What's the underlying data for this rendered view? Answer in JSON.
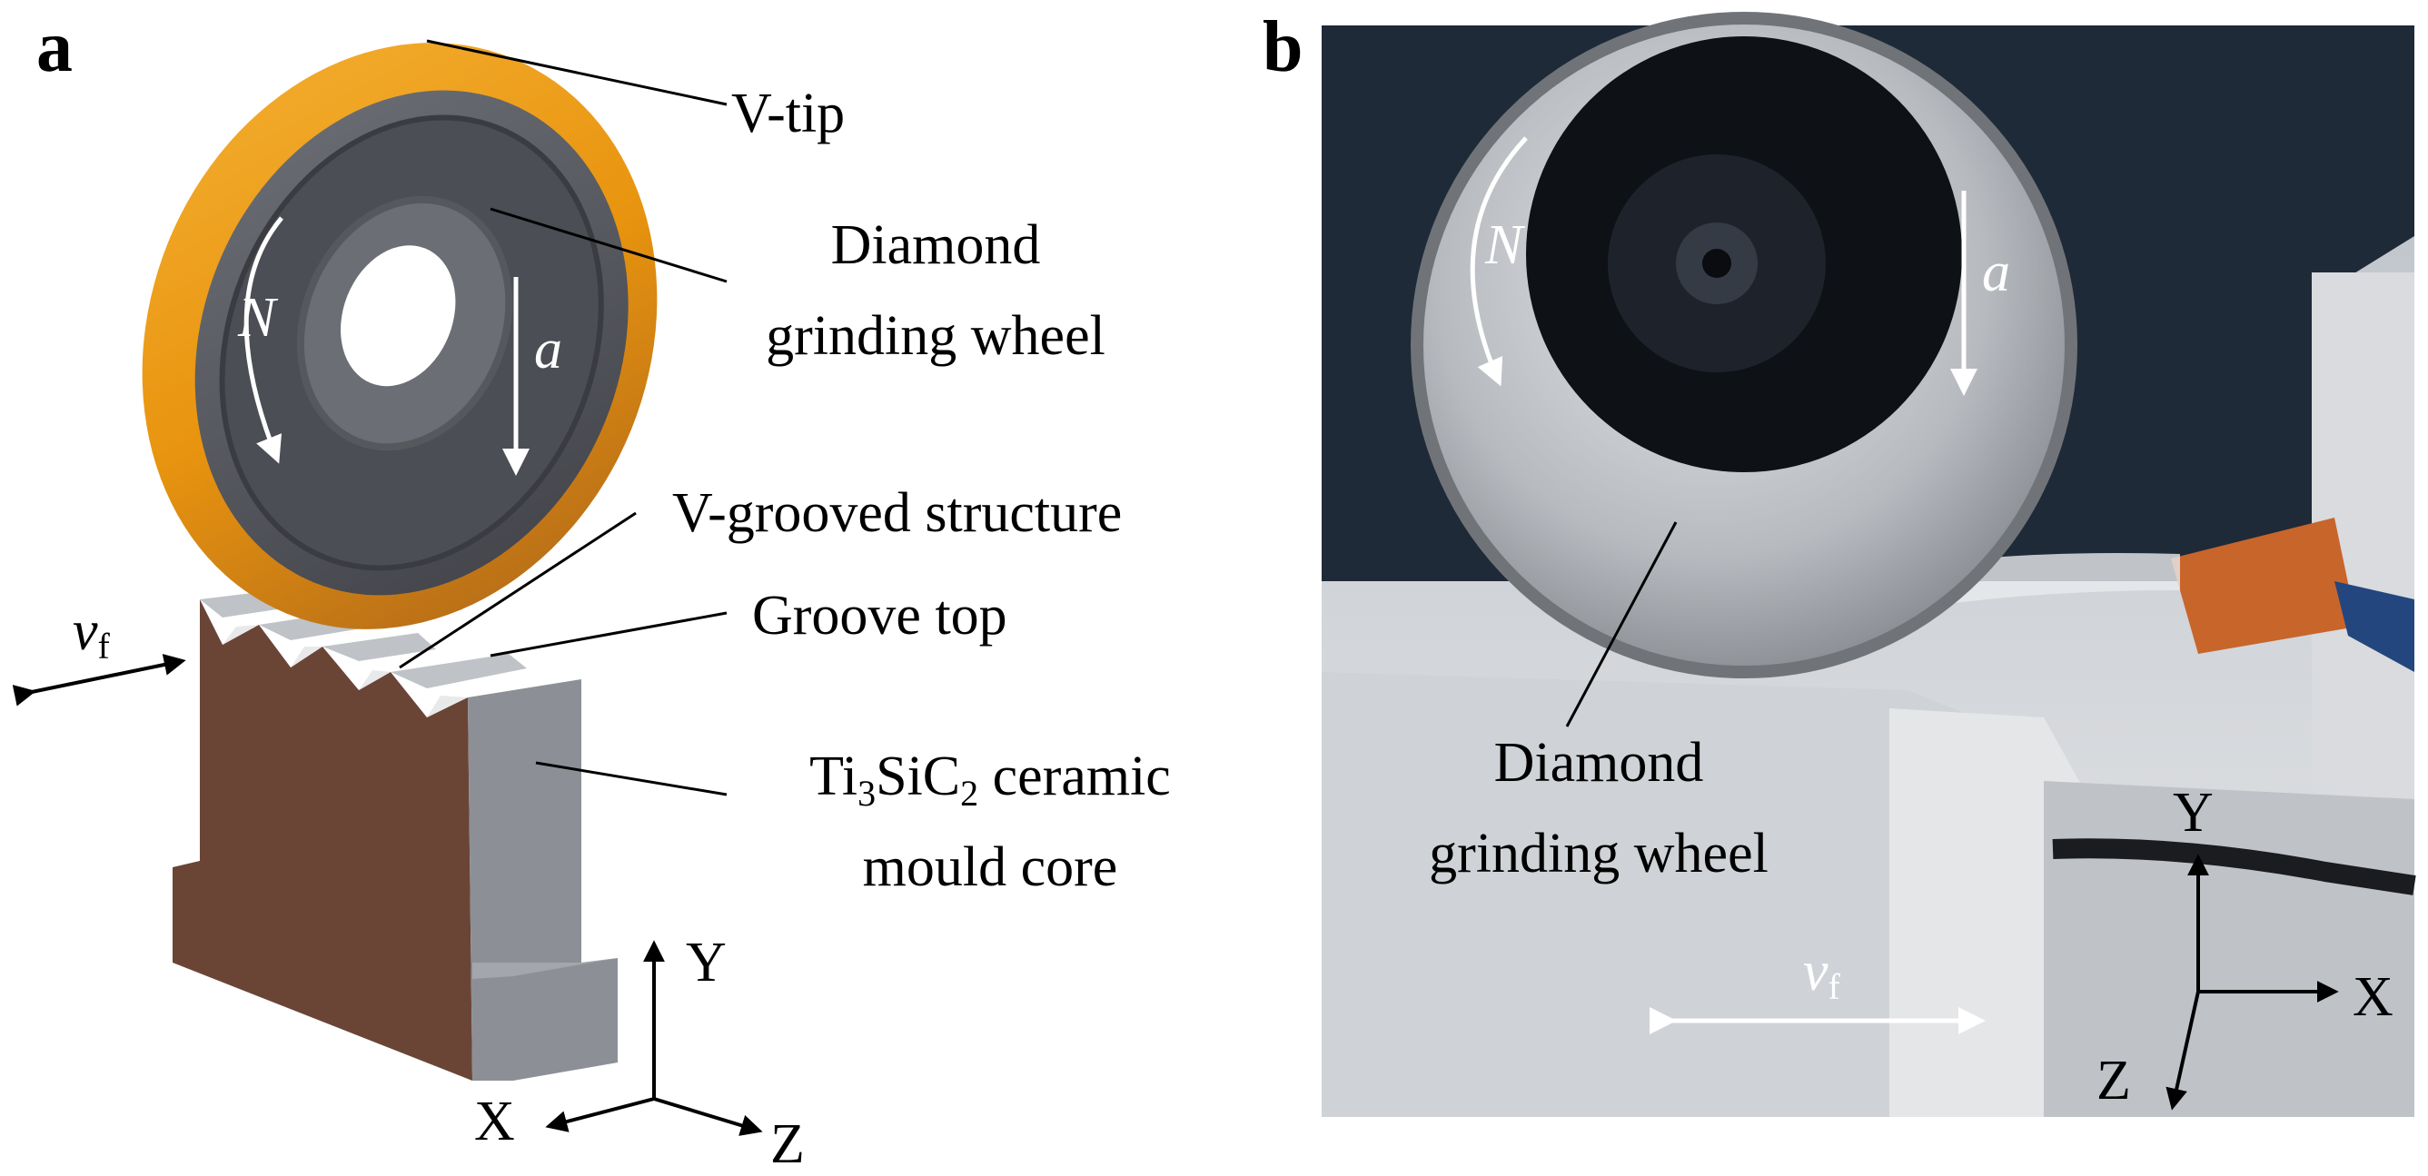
{
  "panel_a": {
    "letter": "a",
    "callouts": {
      "v_tip": "V-tip",
      "wheel_line1": "Diamond",
      "wheel_line2": "grinding wheel",
      "v_grooved": "V-grooved structure",
      "groove_top": "Groove top",
      "core_ti": "Ti",
      "core_sub3": "3",
      "core_si": "SiC",
      "core_sub2": "2",
      "core_rest": " ceramic",
      "core_line2": "mould core"
    },
    "motion": {
      "rotation": "N",
      "feed_down": "a",
      "feed_v": "v",
      "feed_sub": "f"
    },
    "axes": {
      "y": "Y",
      "x": "X",
      "z": "Z"
    }
  },
  "panel_b": {
    "letter": "b",
    "callouts": {
      "wheel_line1": "Diamond",
      "wheel_line2": "grinding wheel"
    },
    "motion": {
      "rotation": "N",
      "feed_down": "a",
      "feed_v": "v",
      "feed_sub": "f"
    },
    "axes": {
      "y": "Y",
      "x": "X",
      "z": "Z"
    }
  },
  "colors": {
    "wheel_rim": "#E8940F",
    "wheel_face": "#5A5D63",
    "core_front": "#6A4536",
    "core_side": "#8C9096",
    "photo_bg": "#C9CDD2",
    "machine_dark": "#1F2A38",
    "nozzle": "#C8652B"
  }
}
